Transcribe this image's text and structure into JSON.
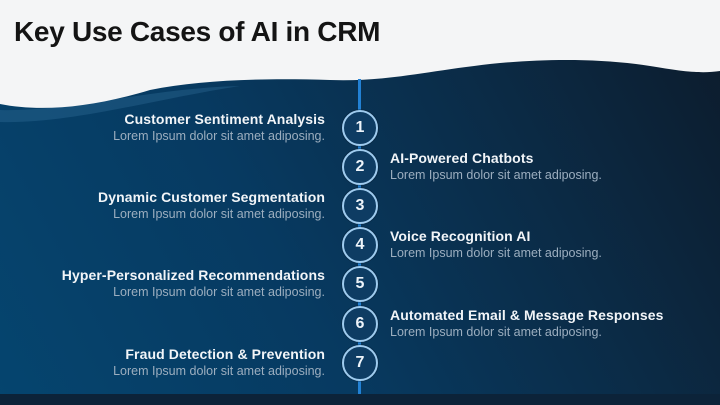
{
  "slide": {
    "title": "Key Use Cases of AI in CRM"
  },
  "colors": {
    "header_background": "#f4f5f6",
    "slide_title_text": "#141414",
    "background_gradient_left": "#05456f",
    "background_gradient_right": "#0d1b2b",
    "footer_bar": "#0c2339",
    "timeline_line": "#2281d4",
    "circle_fill": "#0e3c63",
    "circle_border": "#9fcbee",
    "item_title_text": "#f2f5f8",
    "item_subtitle_text": "#9caebf"
  },
  "timeline": {
    "items": [
      {
        "number": "1",
        "side": "left",
        "title": "Customer Sentiment Analysis",
        "subtitle": "Lorem Ipsum dolor sit amet adiposing."
      },
      {
        "number": "2",
        "side": "right",
        "title": "AI-Powered Chatbots",
        "subtitle": "Lorem Ipsum dolor sit amet adiposing."
      },
      {
        "number": "3",
        "side": "left",
        "title": "Dynamic Customer Segmentation",
        "subtitle": "Lorem Ipsum dolor sit amet adiposing."
      },
      {
        "number": "4",
        "side": "right",
        "title": "Voice Recognition AI",
        "subtitle": "Lorem Ipsum dolor sit amet adiposing."
      },
      {
        "number": "5",
        "side": "left",
        "title": "Hyper-Personalized Recommendations",
        "subtitle": "Lorem Ipsum dolor sit amet adiposing."
      },
      {
        "number": "6",
        "side": "right",
        "title": "Automated Email & Message Responses",
        "subtitle": "Lorem Ipsum dolor sit amet adiposing."
      },
      {
        "number": "7",
        "side": "left",
        "title": "Fraud Detection & Prevention",
        "subtitle": "Lorem Ipsum dolor sit amet adiposing."
      }
    ]
  }
}
